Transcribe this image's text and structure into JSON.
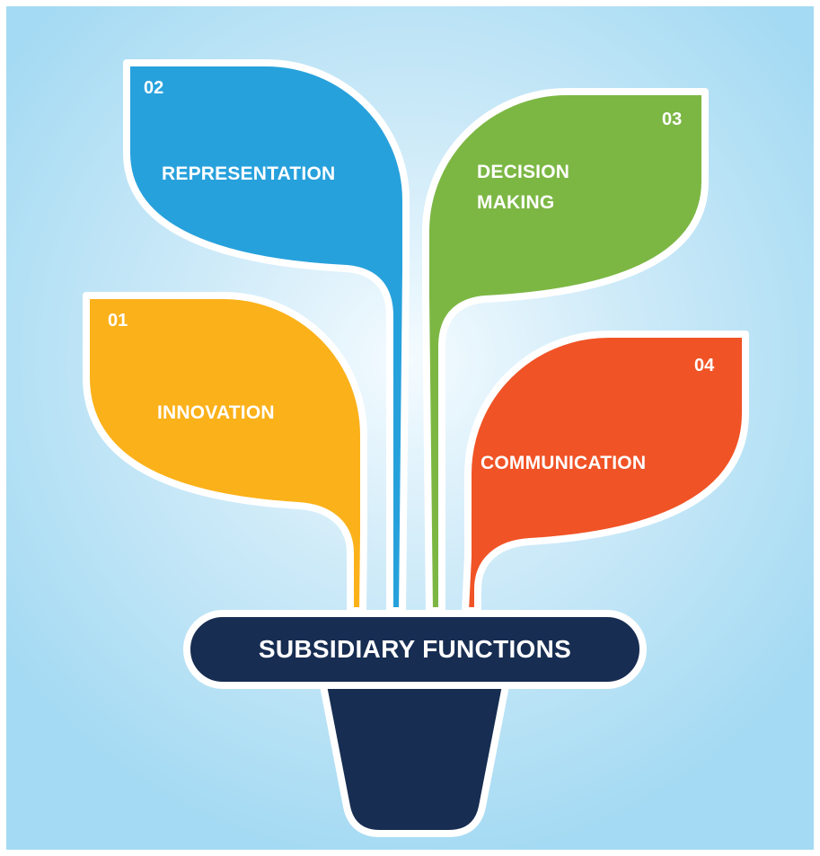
{
  "pot": {
    "label": "SUBSIDIARY FUNCTIONS",
    "color": "#172d52"
  },
  "leaves": [
    {
      "number": "01",
      "title": "INNOVATION",
      "color": "#fbb11a"
    },
    {
      "number": "02",
      "title": "REPRESENTATION",
      "color": "#27a1dc"
    },
    {
      "number": "03",
      "title": "DECISION\nMAKING",
      "color": "#7cb744"
    },
    {
      "number": "04",
      "title": "COMMUNICATION",
      "color": "#f05326"
    }
  ],
  "colors": {
    "background": "#a4daf3",
    "outline": "#ffffff"
  }
}
